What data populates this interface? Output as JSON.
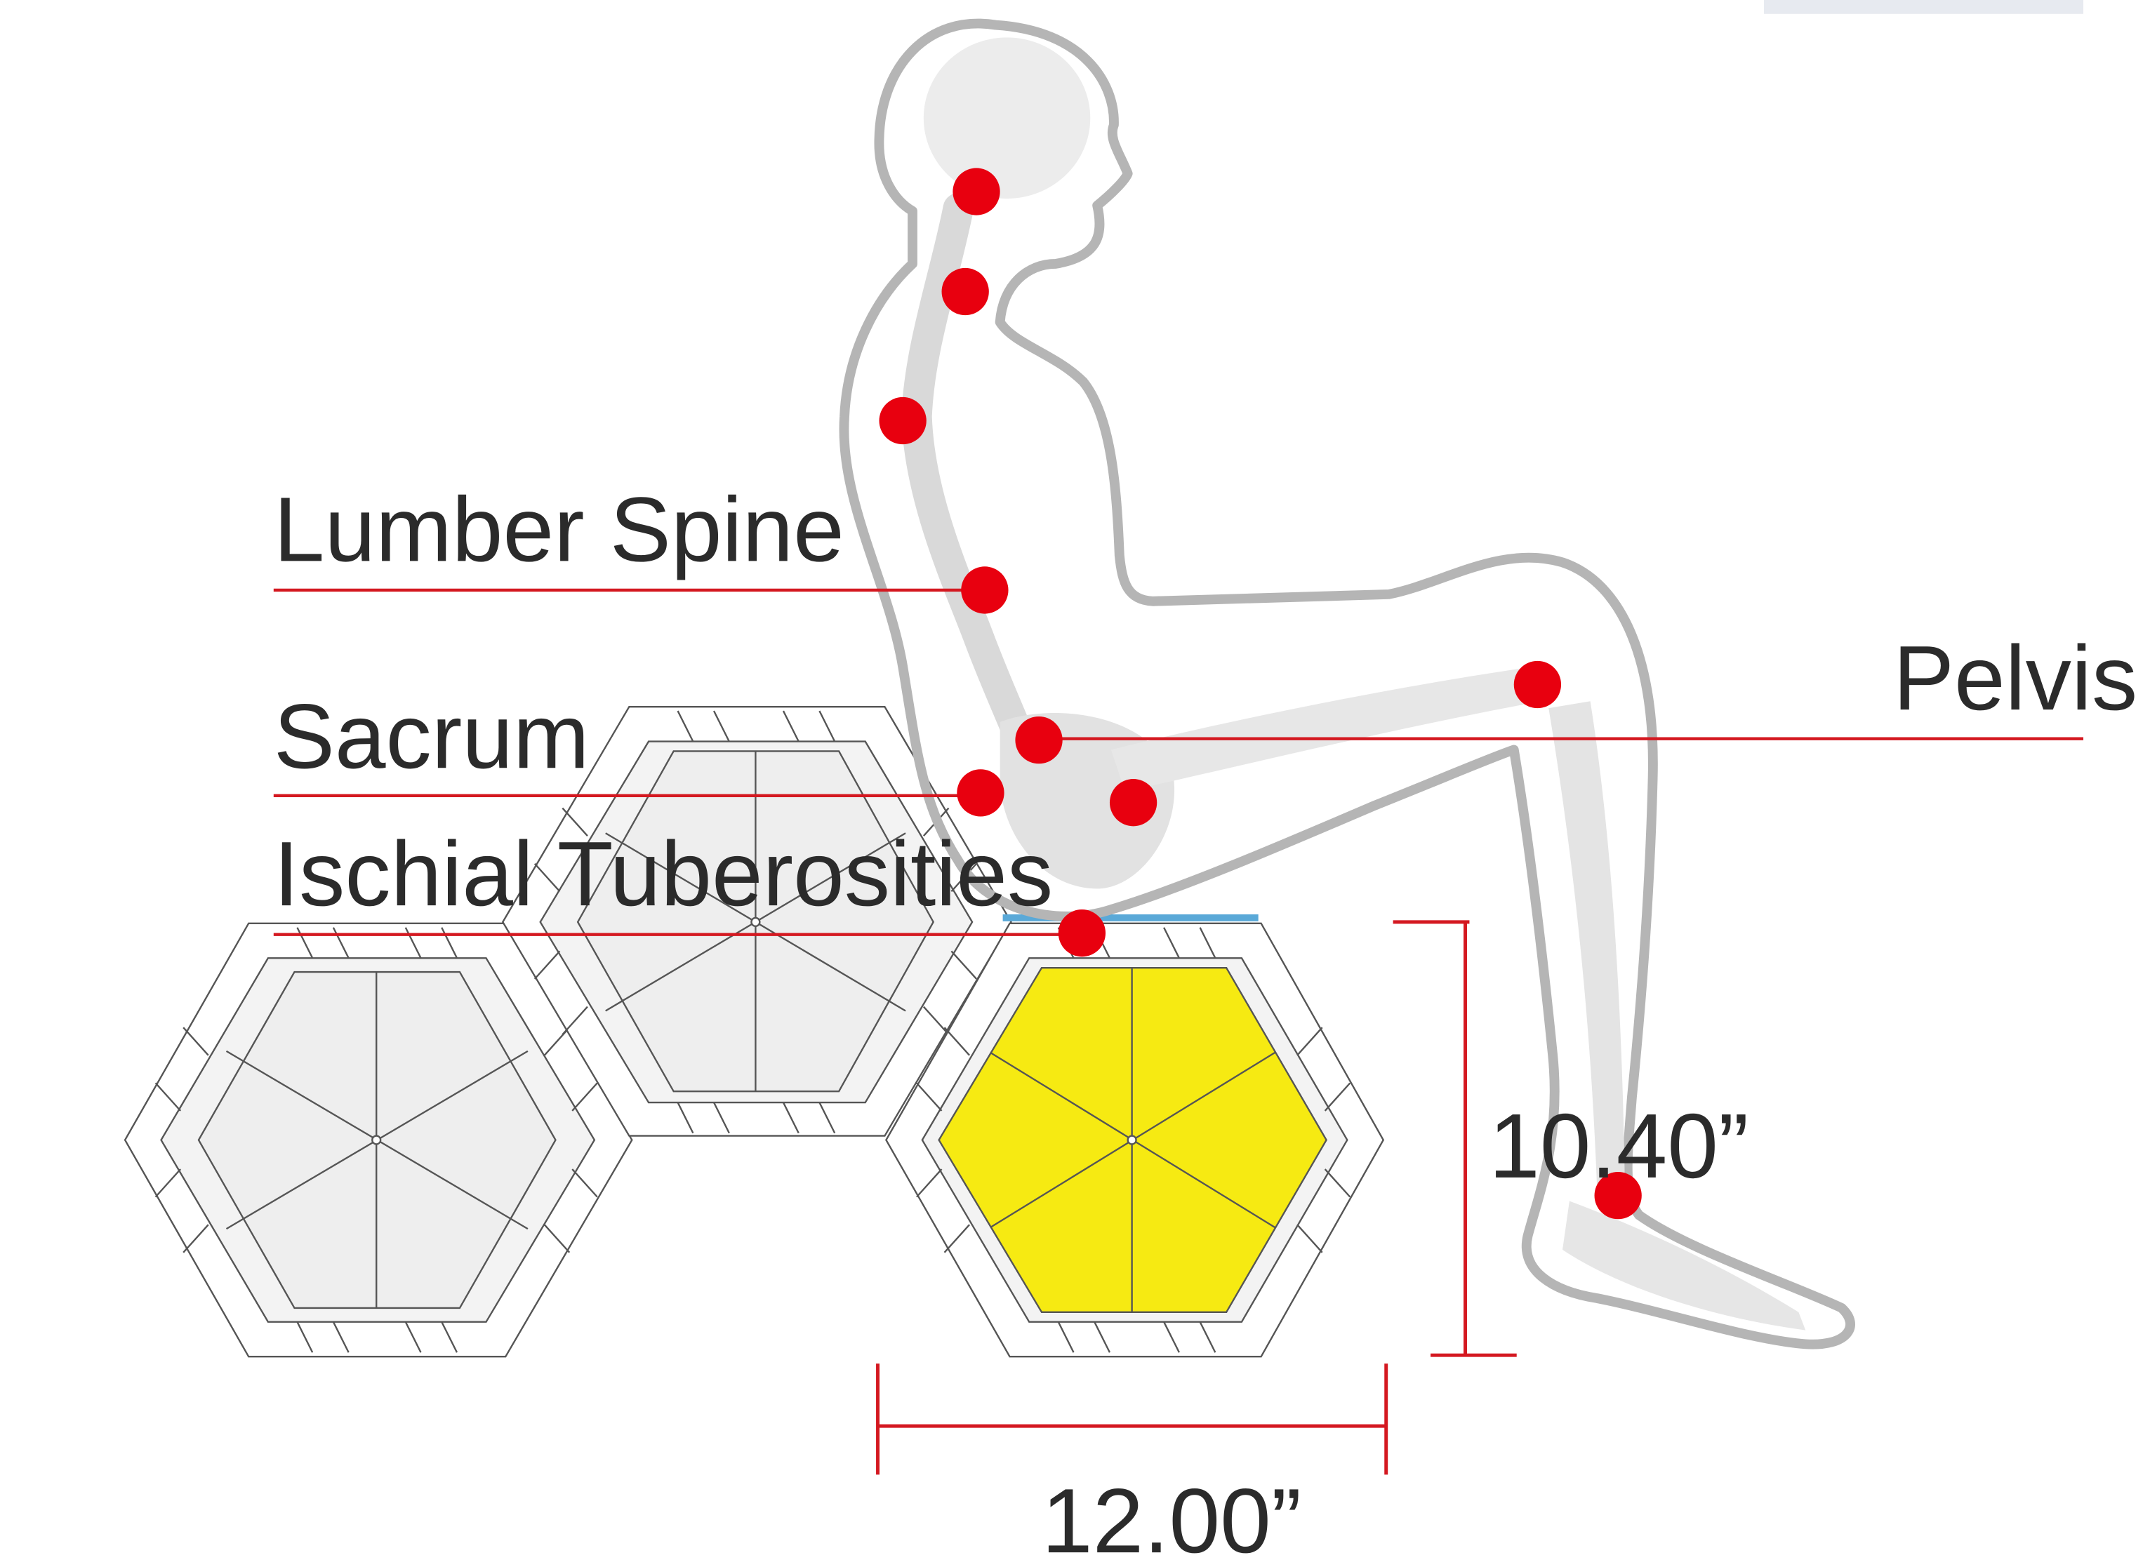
{
  "labels": {
    "lumber_spine": "Lumber Spine",
    "sacrum": "Sacrum",
    "ischial": "Ischial Tuberosities",
    "pelvis": "Pelvis"
  },
  "dimensions": {
    "height": "10.40”",
    "width": "12.00”"
  },
  "colors": {
    "pressure_point": "#e8000f",
    "leader_line": "#d41820",
    "dimension_line": "#d41820",
    "body_outline": "#b5b5b5",
    "hex_fill": "#eeeeee",
    "highlight_hex": "#f6ea12",
    "seat_top": "#5aa9d8"
  }
}
